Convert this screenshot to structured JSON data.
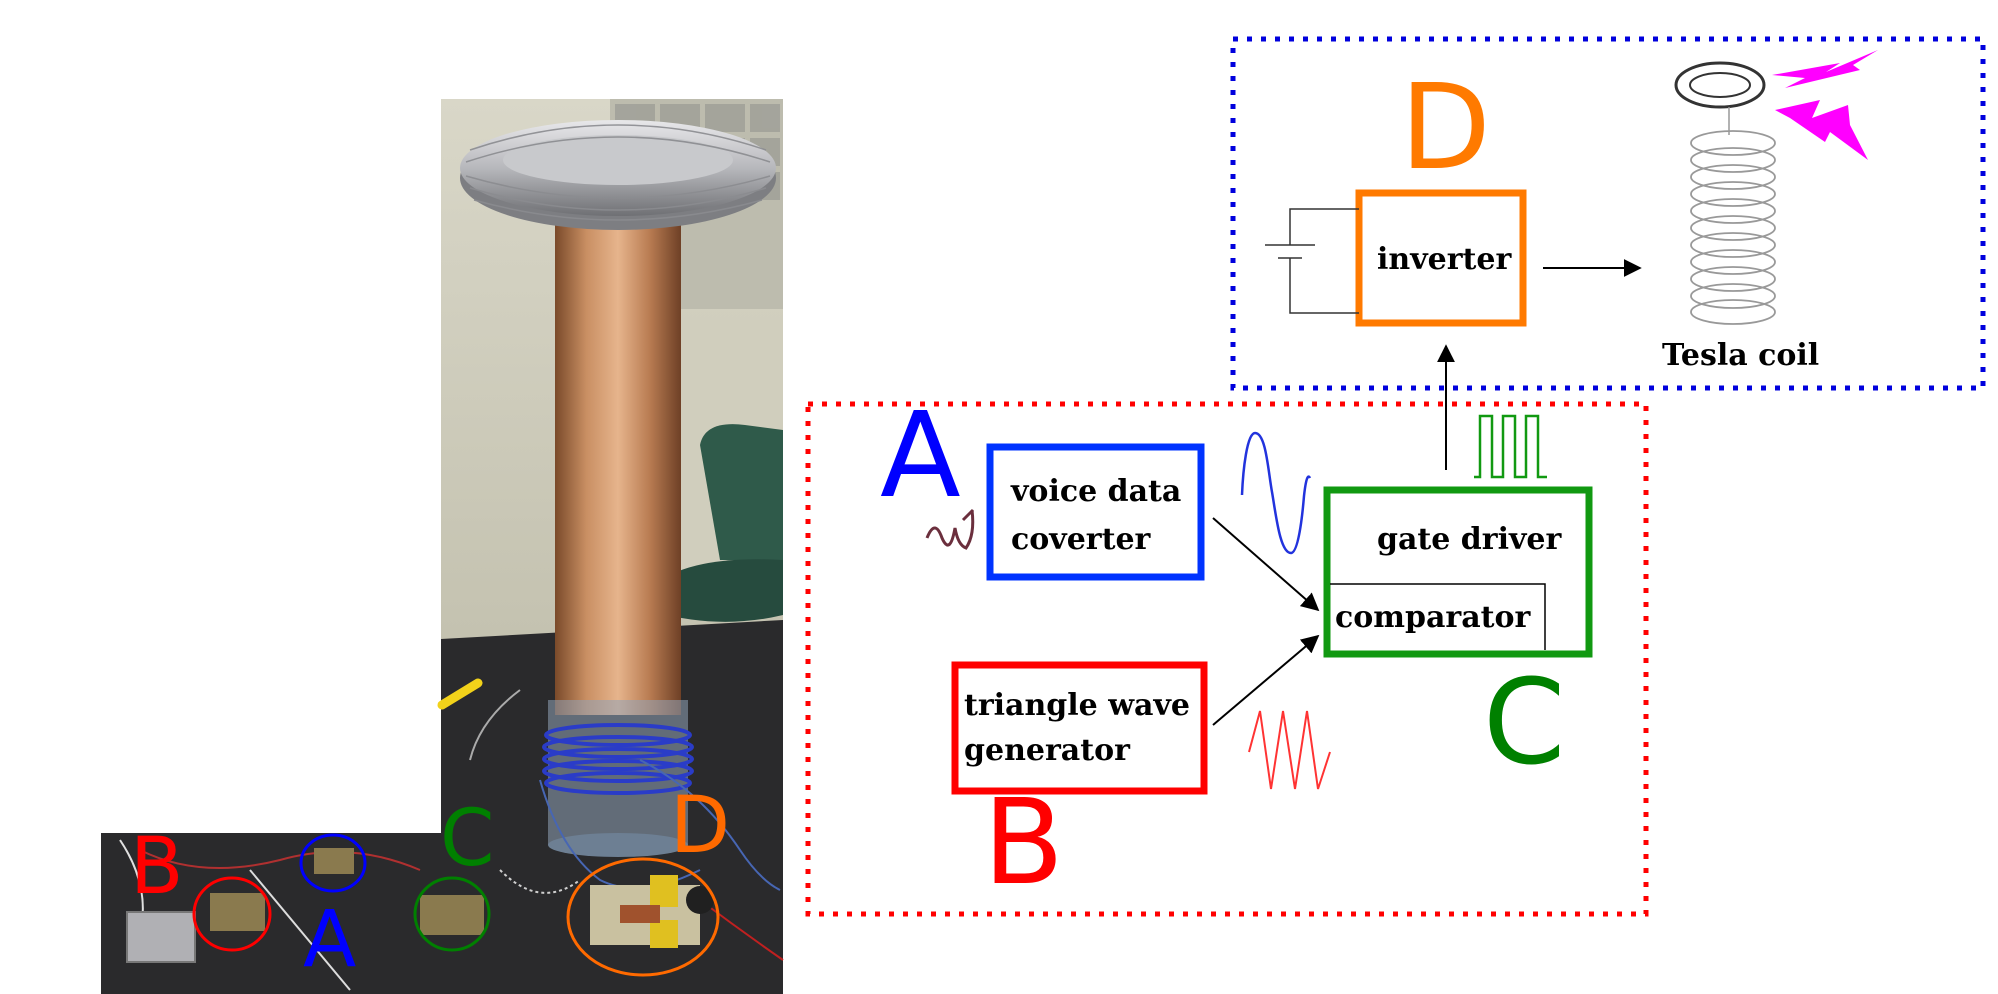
{
  "photo": {
    "labels": {
      "a": "A",
      "b": "B",
      "c": "C",
      "d": "D"
    },
    "colors": {
      "a": "#0000ff",
      "b": "#ff0000",
      "c": "#008000",
      "d": "#ff6a00"
    }
  },
  "diagram": {
    "letters": {
      "a": "A",
      "b": "B",
      "c": "C",
      "d": "D"
    },
    "blocks": {
      "voice_converter": [
        "voice data",
        "coverter"
      ],
      "triangle_generator": [
        "triangle wave",
        "generator"
      ],
      "gate_driver": "gate driver",
      "comparator": "comparator",
      "inverter": "inverter"
    },
    "tesla_coil_label": "Tesla coil",
    "colors": {
      "voice_box": "#0033ff",
      "triangle_box": "#ff0000",
      "gate_box": "#119911",
      "inverter_box": "#ff7a00",
      "lower_dotted": "#ff0000",
      "upper_dotted": "#0000dd",
      "spark": "#ff00ff"
    }
  }
}
